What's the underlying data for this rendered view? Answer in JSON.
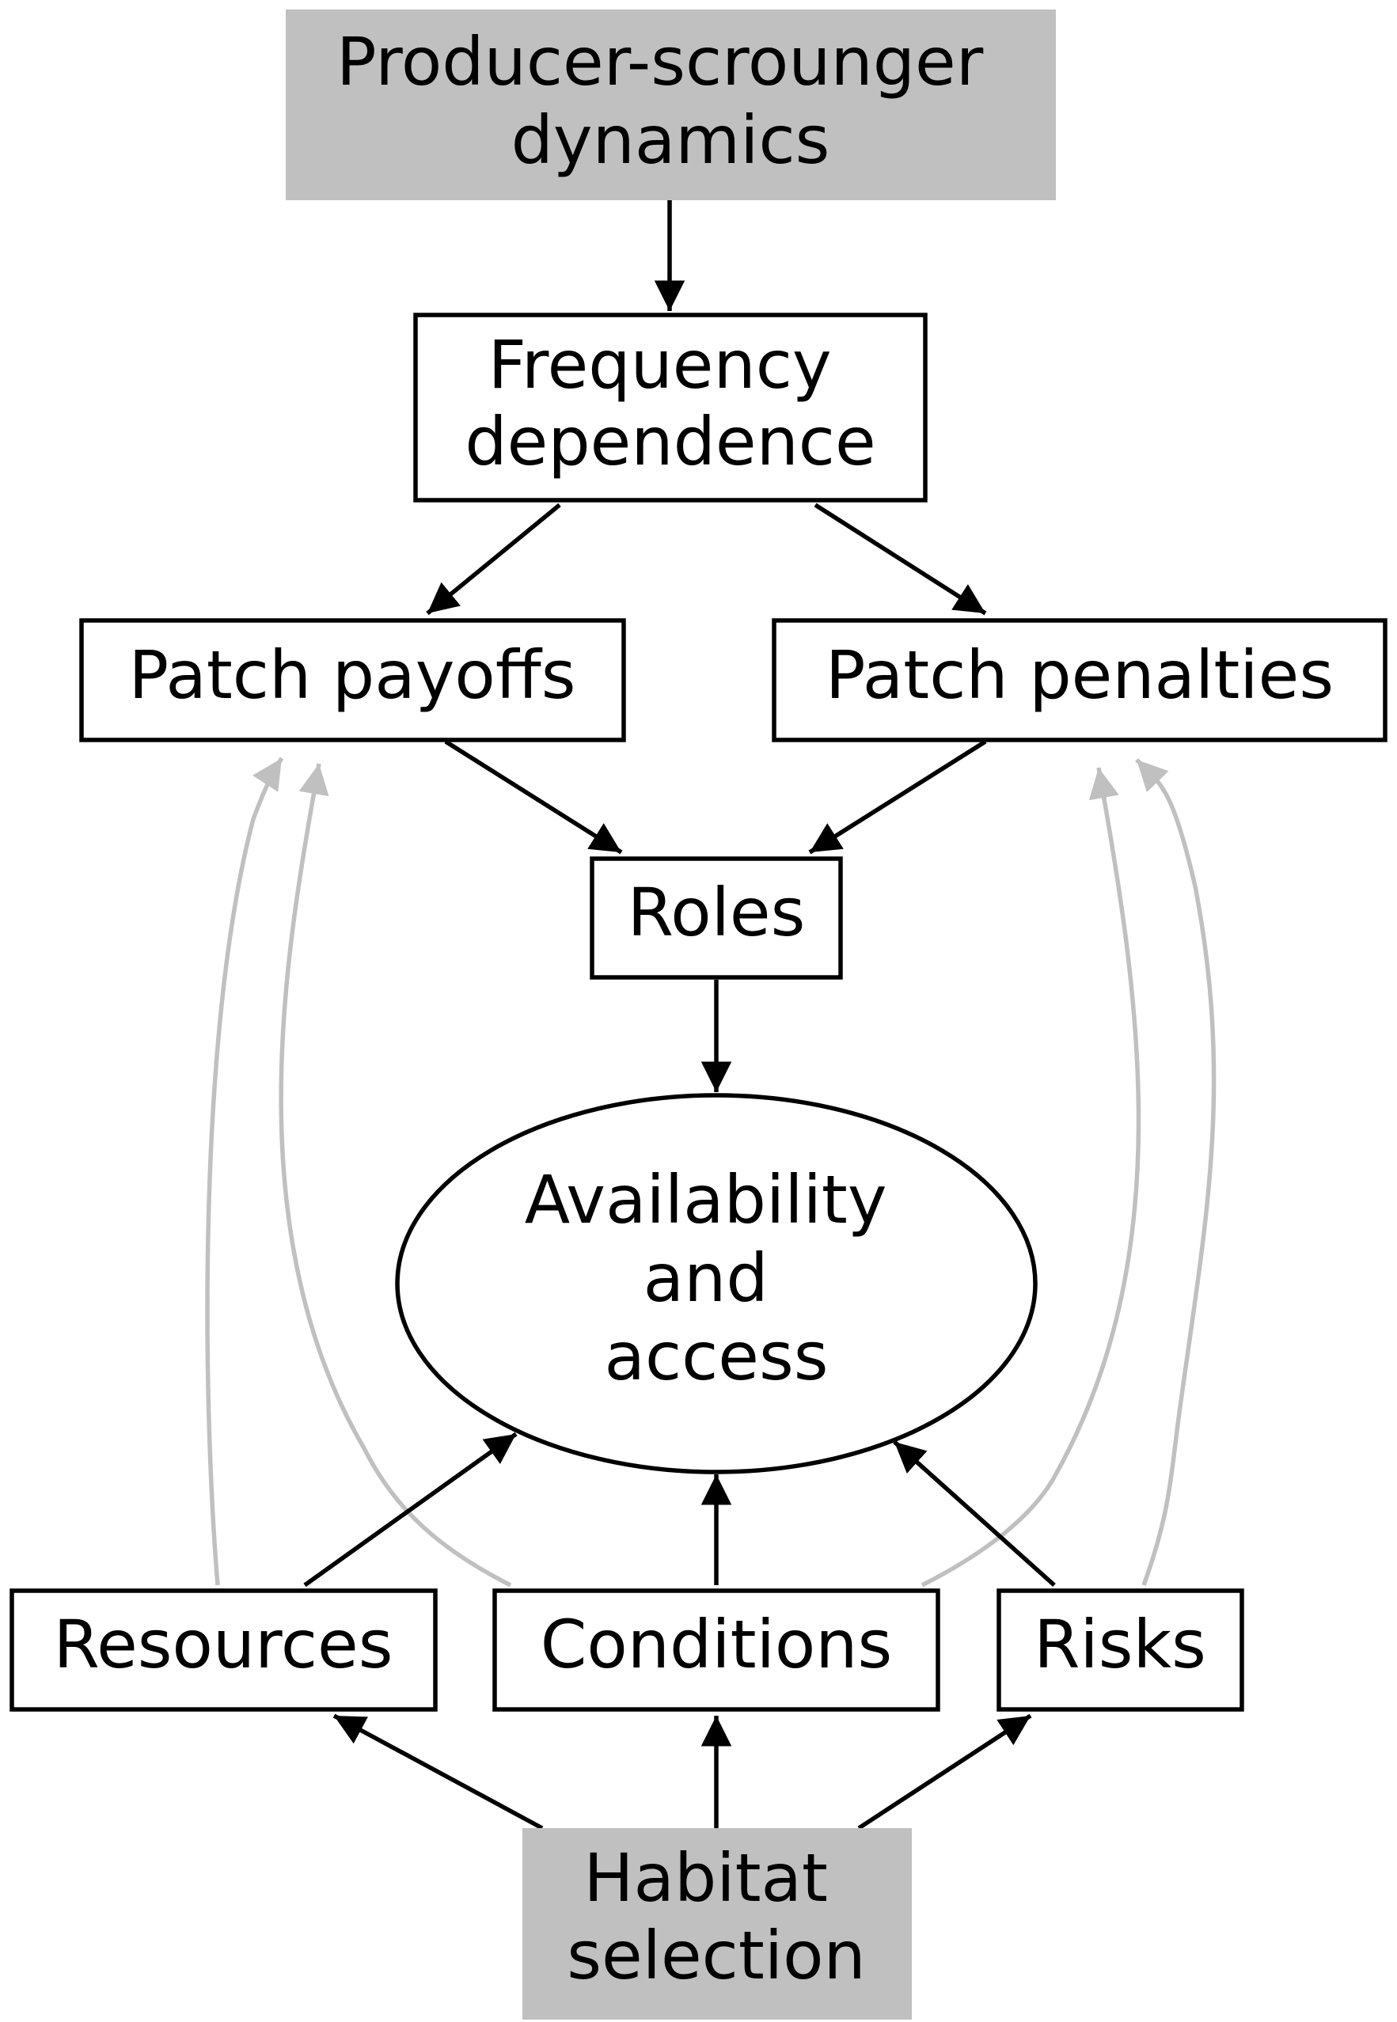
{
  "colors": {
    "filled_node": "#c0c0c0",
    "node_border": "#000000",
    "edge_primary": "#000000",
    "edge_secondary": "#c0c0c0",
    "background": "#ffffff"
  },
  "nodes": {
    "producer_scrounger": {
      "lines": [
        "Producer-scrounger",
        "dynamics"
      ],
      "shape": "filled-box"
    },
    "frequency_dependence": {
      "lines": [
        "Frequency",
        "dependence"
      ],
      "shape": "box"
    },
    "patch_payoffs": {
      "lines": [
        "Patch payoffs"
      ],
      "shape": "box"
    },
    "patch_penalties": {
      "lines": [
        "Patch penalties"
      ],
      "shape": "box"
    },
    "roles": {
      "lines": [
        "Roles"
      ],
      "shape": "box"
    },
    "availability_access": {
      "lines": [
        "Availability",
        "and",
        "access"
      ],
      "shape": "ellipse"
    },
    "resources": {
      "lines": [
        "Resources"
      ],
      "shape": "box"
    },
    "conditions": {
      "lines": [
        "Conditions"
      ],
      "shape": "box"
    },
    "risks": {
      "lines": [
        "Risks"
      ],
      "shape": "box"
    },
    "habitat_selection": {
      "lines": [
        "Habitat",
        "selection"
      ],
      "shape": "filled-box"
    }
  },
  "edges": [
    {
      "from": "producer_scrounger",
      "to": "frequency_dependence",
      "style": "primary"
    },
    {
      "from": "frequency_dependence",
      "to": "patch_payoffs",
      "style": "primary"
    },
    {
      "from": "frequency_dependence",
      "to": "patch_penalties",
      "style": "primary"
    },
    {
      "from": "patch_payoffs",
      "to": "roles",
      "style": "primary"
    },
    {
      "from": "patch_penalties",
      "to": "roles",
      "style": "primary"
    },
    {
      "from": "roles",
      "to": "availability_access",
      "style": "primary"
    },
    {
      "from": "resources",
      "to": "availability_access",
      "style": "primary"
    },
    {
      "from": "conditions",
      "to": "availability_access",
      "style": "primary"
    },
    {
      "from": "risks",
      "to": "availability_access",
      "style": "primary"
    },
    {
      "from": "habitat_selection",
      "to": "resources",
      "style": "primary"
    },
    {
      "from": "habitat_selection",
      "to": "conditions",
      "style": "primary"
    },
    {
      "from": "habitat_selection",
      "to": "risks",
      "style": "primary"
    },
    {
      "from": "resources",
      "to": "patch_payoffs",
      "style": "secondary"
    },
    {
      "from": "conditions",
      "to": "patch_payoffs",
      "style": "secondary"
    },
    {
      "from": "conditions",
      "to": "patch_penalties",
      "style": "secondary"
    },
    {
      "from": "risks",
      "to": "patch_penalties",
      "style": "secondary"
    }
  ]
}
